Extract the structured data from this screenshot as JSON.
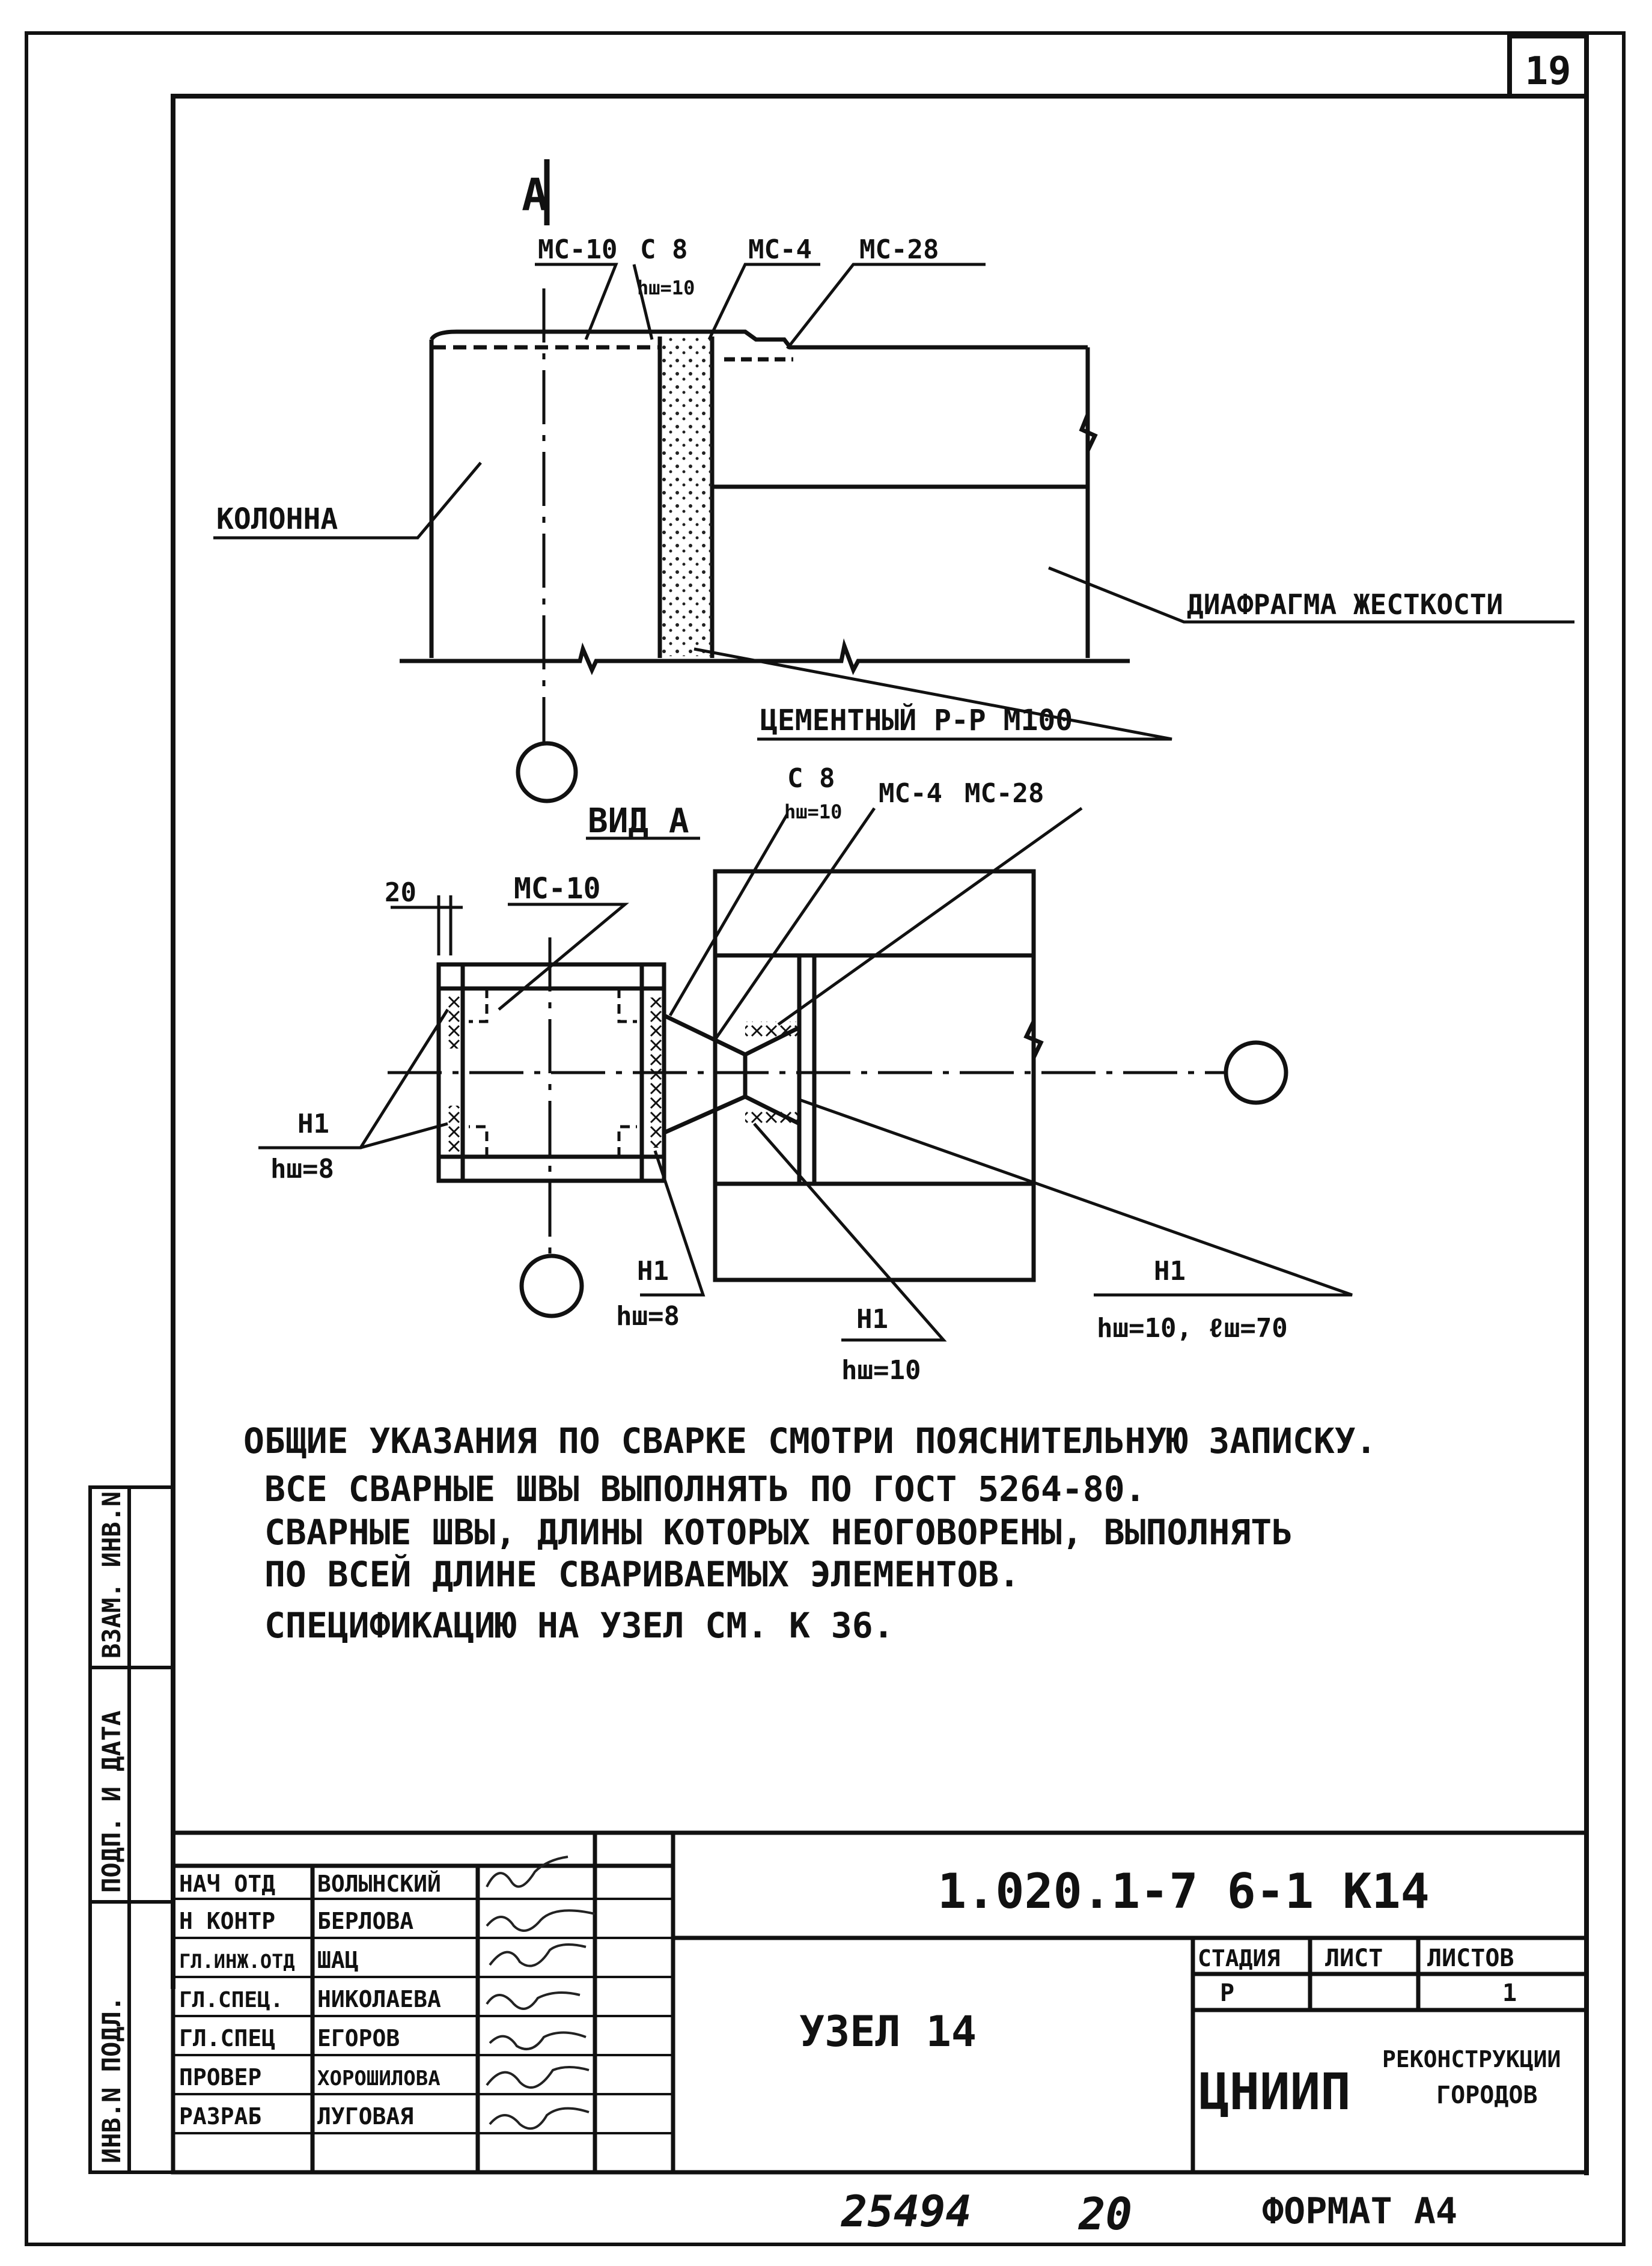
{
  "sheet_number": "19",
  "section_marker": "А",
  "top_view": {
    "label_mc10": "МС-10",
    "label_c8": "С 8",
    "label_hw10": "hш=10",
    "label_mc4": "МС-4",
    "label_mc28": "МС-28",
    "label_column": "КОЛОННА",
    "label_diaphragm": "ДИАФРАГМА ЖЕСТКОСТИ",
    "label_cement": "ЦЕМЕНТНЫЙ Р-Р М100"
  },
  "view_a": {
    "title": "ВИД А",
    "label_c8": "С 8",
    "label_c8_hw": "hш=10",
    "label_mc4": "МС-4",
    "label_mc28": "МС-28",
    "label_20": "20",
    "label_mc10": "МС-10",
    "label_h1_left": "Н1",
    "label_h1_left_hw": "hш=8",
    "label_h1_bottom": "Н1",
    "label_h1_bottom_hw": "hш=8",
    "label_h1_mid": "Н1",
    "label_h1_mid_hw": "hш=10",
    "label_h1_right": "Н1",
    "label_h1_right_hw": "hш=10, ℓш=70"
  },
  "notes": [
    "ОБЩИЕ УКАЗАНИЯ ПО СВАРКЕ СМОТРИ ПОЯСНИТЕЛЬНУЮ ЗАПИСКУ.",
    "ВСЕ СВАРНЫЕ ШВЫ ВЫПОЛНЯТЬ ПО ГОСТ 5264-80.",
    "СВАРНЫЕ ШВЫ, ДЛИНЫ КОТОРЫХ НЕОГОВОРЕНЫ, ВЫПОЛНЯТЬ",
    "ПО ВСЕЙ ДЛИНЕ СВАРИВАЕМЫХ ЭЛЕМЕНТОВ.",
    "СПЕЦИФИКАЦИЮ НА УЗЕЛ СМ. К 36."
  ],
  "side_stamp": [
    "ИНВ.N ПОДЛ.",
    "ПОДП. И ДАТА",
    "ВЗАМ. ИНВ.N"
  ],
  "title_block": {
    "doc_code": "1.020.1-7 6-1 К14",
    "title": "УЗЕЛ 14",
    "roles": [
      {
        "role": "НАЧ ОТД",
        "name": "ВОЛЫНСКИЙ"
      },
      {
        "role": "Н КОНТР",
        "name": "БЕРЛОВА"
      },
      {
        "role": "ГЛ.ИНЖ.ОТД",
        "name": "ШАЦ"
      },
      {
        "role": "ГЛ.СПЕЦ.",
        "name": "НИКОЛАЕВА"
      },
      {
        "role": "ГЛ.СПЕЦ",
        "name": "ЕГОРОВ"
      },
      {
        "role": "ПРОВЕР",
        "name": "ХОРОШИЛОВА"
      },
      {
        "role": "РАЗРАБ",
        "name": "ЛУГОВАЯ"
      }
    ],
    "stage_header": "СТАДИЯ",
    "sheet_header": "ЛИСТ",
    "sheets_header": "ЛИСТОВ",
    "stage": "Р",
    "sheets": "1",
    "org_main": "ЦНИИП",
    "org_sub1": "РЕКОНСТРУКЦИИ",
    "org_sub2": "ГОРОДОВ"
  },
  "footer": {
    "inv_number": "25494",
    "page": "20",
    "format": "ФОРМАТ А4"
  }
}
